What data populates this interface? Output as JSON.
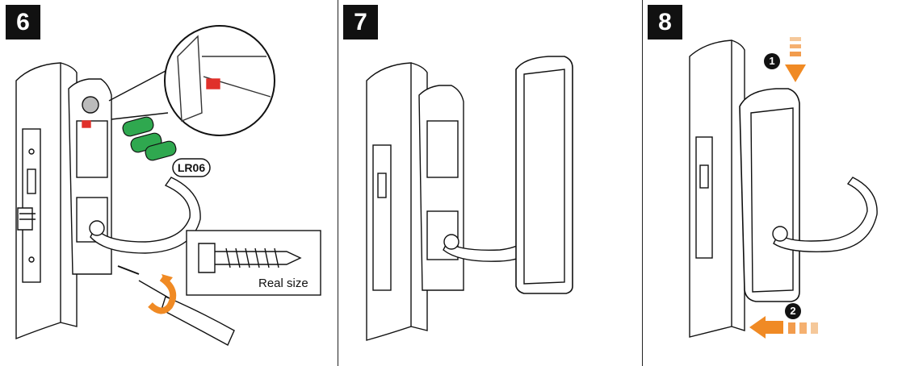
{
  "steps": [
    {
      "number": "6",
      "battery_label": "LR06",
      "callout_label": "Real size"
    },
    {
      "number": "7"
    },
    {
      "number": "8",
      "marker_1": "1",
      "marker_2": "2"
    }
  ],
  "colors": {
    "battery_green": "#2fa84f",
    "arrow_orange": "#f08a24",
    "connector_red": "#e0302a",
    "ink": "#111111"
  }
}
